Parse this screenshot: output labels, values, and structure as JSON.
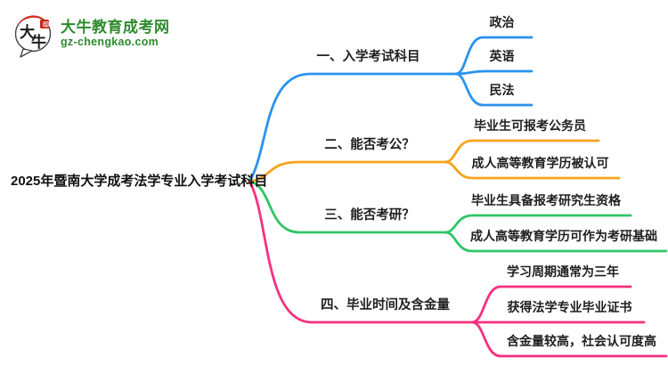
{
  "logo": {
    "icon_text_top": "大",
    "icon_text_bottom": "牛",
    "title": "大牛教育成考网",
    "subtitle": "gz-chengkao.com"
  },
  "root": {
    "label": "2025年暨南大学成考法学专业入学考试科目"
  },
  "branches": [
    {
      "label": "一、入学考试科目",
      "color": "#2a93ee",
      "children": [
        {
          "label": "政治"
        },
        {
          "label": "英语"
        },
        {
          "label": "民法"
        }
      ]
    },
    {
      "label": "二、能否考公？",
      "color": "#f5a31d",
      "children": [
        {
          "label": "毕业生可报考公务员"
        },
        {
          "label": "成人高等教育学历被认可"
        }
      ]
    },
    {
      "label": "三、能否考研？",
      "color": "#2fc567",
      "children": [
        {
          "label": "毕业生具备报考研究生资格"
        },
        {
          "label": "成人高等教育学历可作为考研基础"
        }
      ]
    },
    {
      "label": "四、毕业时间及含金量",
      "color": "#f5317f",
      "children": [
        {
          "label": "学习周期通常为三年"
        },
        {
          "label": "获得法学专业毕业证书"
        },
        {
          "label": "含金量较高，社会认可度高"
        }
      ]
    }
  ],
  "colors": {
    "logo_green": "#2e8b2e",
    "logo_red": "#d9281c",
    "text": "#1f1f1f",
    "background": "#ffffff"
  }
}
